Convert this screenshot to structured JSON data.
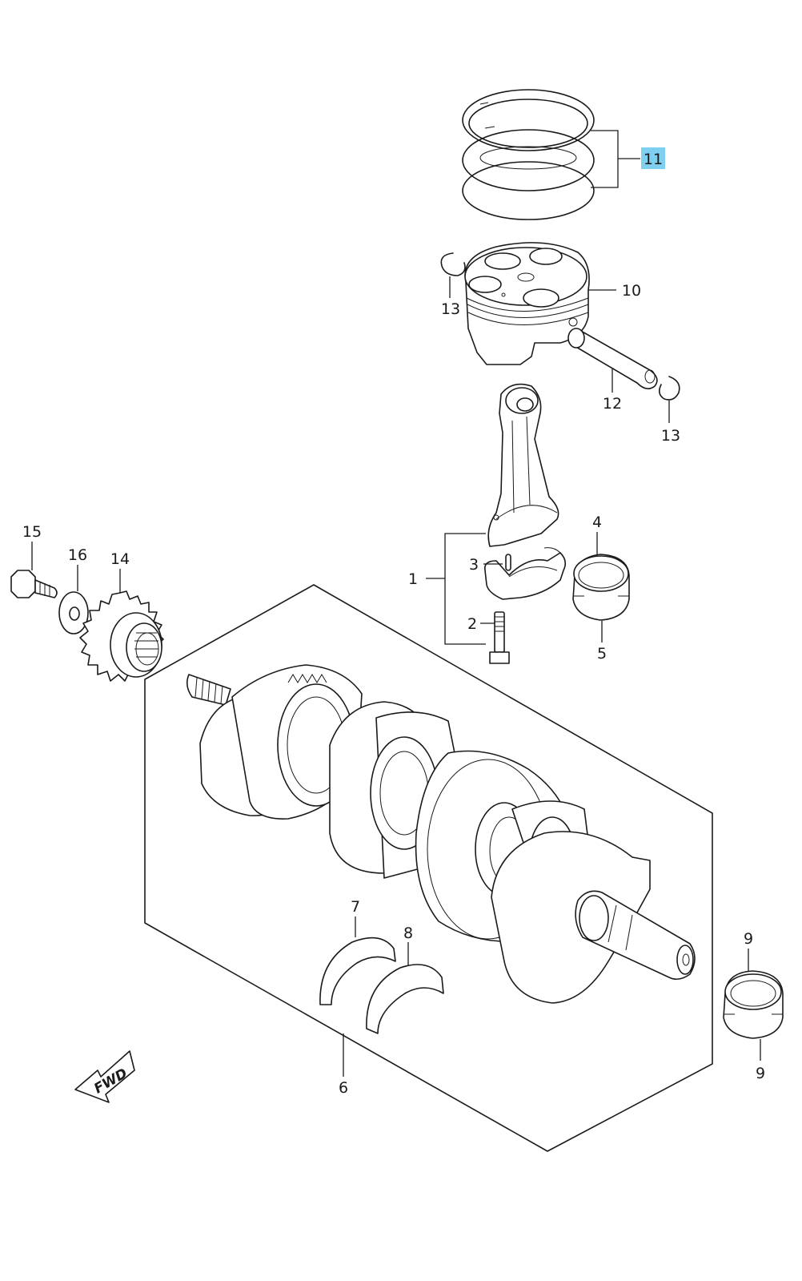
{
  "diagram": {
    "highlight_color": "#7ecff0",
    "labels": {
      "p1": "1",
      "p2": "2",
      "p3": "3",
      "p4": "4",
      "p5": "5",
      "p6": "6",
      "p7": "7",
      "p8": "8",
      "p9a": "9",
      "p9b": "9",
      "p10": "10",
      "p11": "11",
      "p12": "12",
      "p13a": "13",
      "p13b": "13",
      "p14": "14",
      "p15": "15",
      "p16": "16"
    },
    "fwd_arrow": "FWD"
  }
}
